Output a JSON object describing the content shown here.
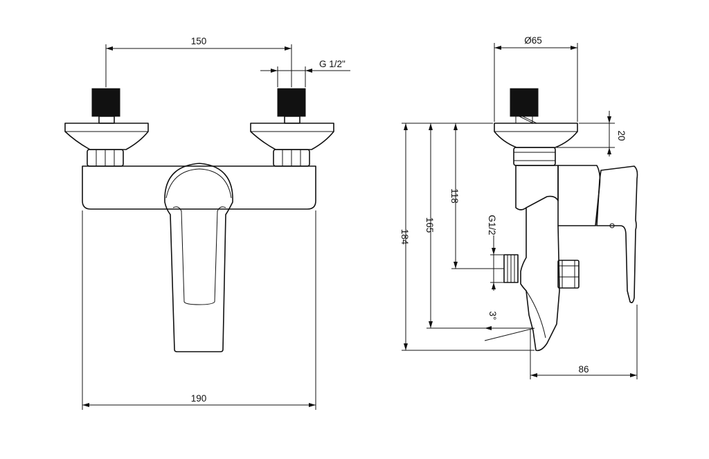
{
  "dimensions": {
    "front_width": "190",
    "inlet_spacing": "150",
    "inlet_thread": "G 1/2\"",
    "body_diameter": "Ø65",
    "nut_height": "20",
    "inlet_axis_height": "118",
    "outlet_height": "165",
    "total_height": "184",
    "outlet_thread": "G1/2",
    "spout_angle": "3°",
    "projection": "86"
  }
}
